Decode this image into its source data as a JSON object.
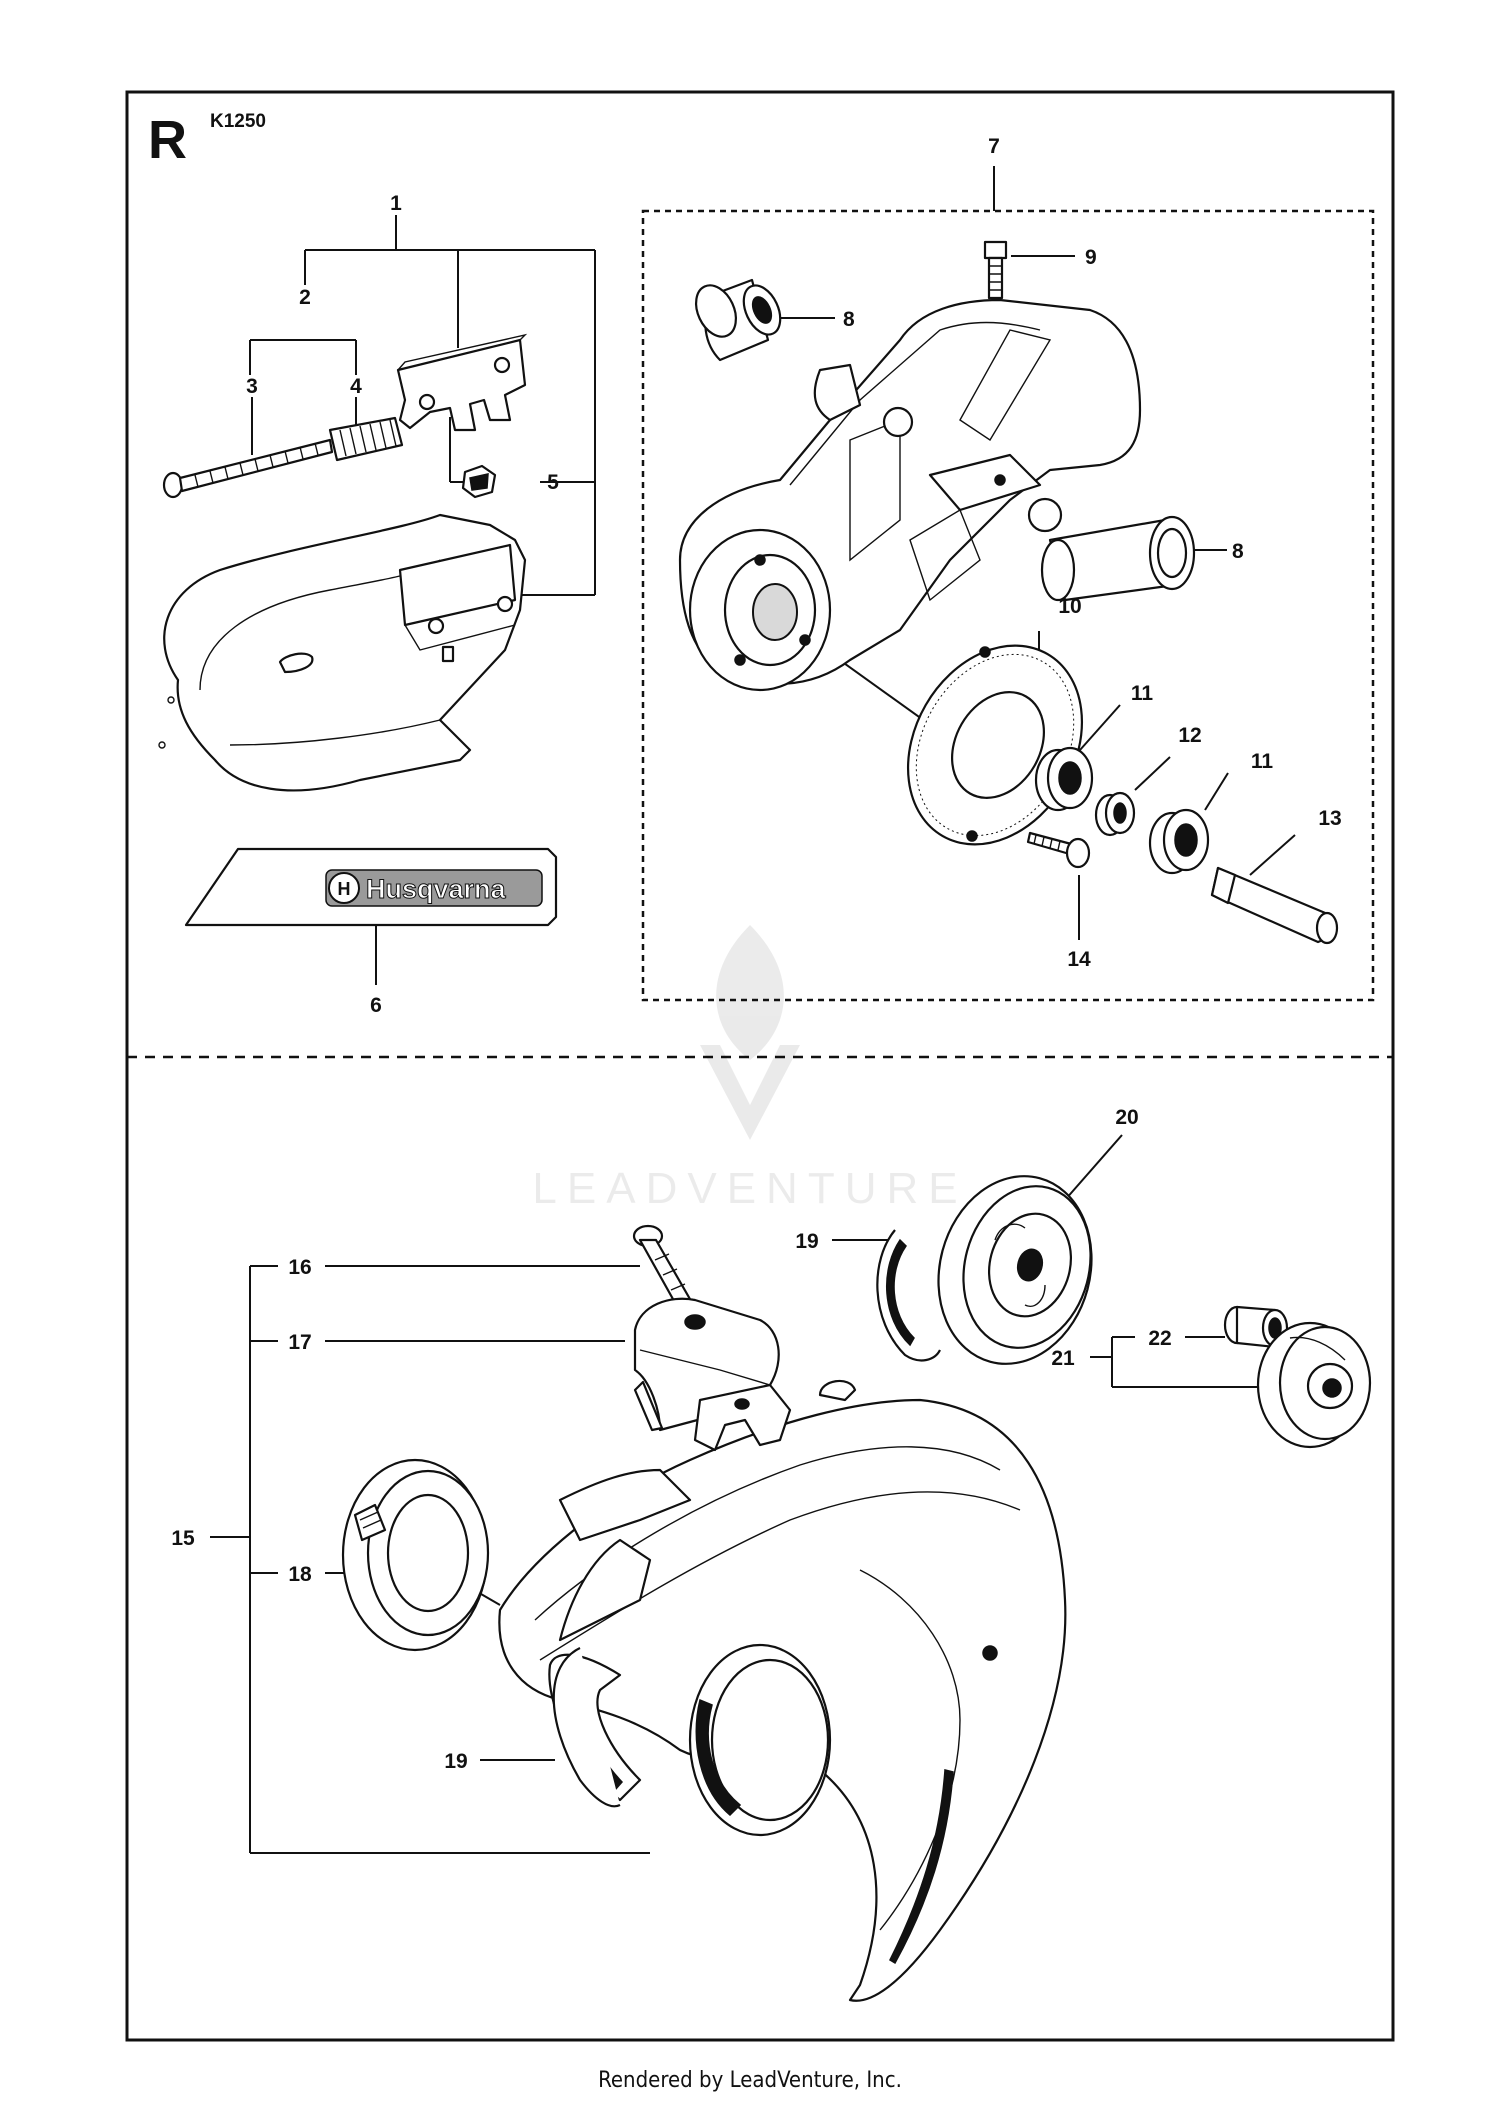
{
  "section_letter": "R",
  "model": "K1250",
  "watermark": "LEADVENTURE",
  "logo_text": "Husqvarna",
  "footer": "Rendered by LeadVenture, Inc.",
  "callouts": [
    "1",
    "2",
    "3",
    "4",
    "5",
    "6",
    "7",
    "8",
    "9",
    "8",
    "10",
    "11",
    "12",
    "11",
    "13",
    "14",
    "20",
    "19",
    "16",
    "17",
    "21",
    "22",
    "15",
    "18",
    "19"
  ]
}
